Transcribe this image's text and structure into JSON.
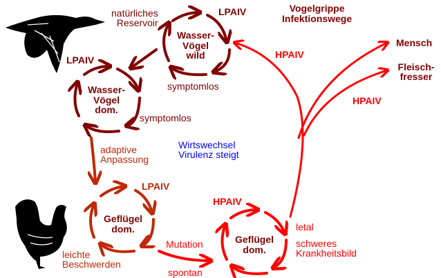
{
  "title": {
    "line1": "Vogelgrippe",
    "line2": "Infektionswege"
  },
  "colors": {
    "maroon": "#800000",
    "brown": "#c02808",
    "red": "#ff0000",
    "blue": "#0000ff"
  },
  "nodes": {
    "wild": {
      "line1": "Wasser-",
      "line2": "Vögel",
      "line3": "wild",
      "strain": "LPAIV",
      "note1": "natürliches",
      "note2": "Reservoir",
      "symptom": "symptomlos"
    },
    "dom_water": {
      "line1": "Wasser-",
      "line2": "Vögel",
      "line3": "dom.",
      "strain": "LPAIV",
      "symptom": "symptomlos"
    },
    "poultry_lp": {
      "line1": "Geflügel",
      "line2": "dom.",
      "strain": "LPAIV",
      "symptom1": "leichte",
      "symptom2": "Beschwerden"
    },
    "poultry_hp": {
      "line1": "Geflügel",
      "line2": "dom.",
      "strain": "HPAIV",
      "outcome": "letal",
      "symptom1": "schweres",
      "symptom2": "Krankheitsbild"
    }
  },
  "edges": {
    "adaptation1": "adaptive",
    "adaptation2": "Anpassung",
    "host_change1": "Wirtswechsel",
    "host_change2": "Virulenz steigt",
    "mutation": "Mutation",
    "spontaneous": "spontan",
    "hpaiv_back": "HPAIV",
    "hpaiv_out": "HPAIV"
  },
  "targets": {
    "human": "Mensch",
    "carnivore1": "Fleisch-",
    "carnivore2": "fresser"
  },
  "icons": {
    "duck": "flying-duck-silhouette",
    "rooster": "rooster-silhouette"
  }
}
